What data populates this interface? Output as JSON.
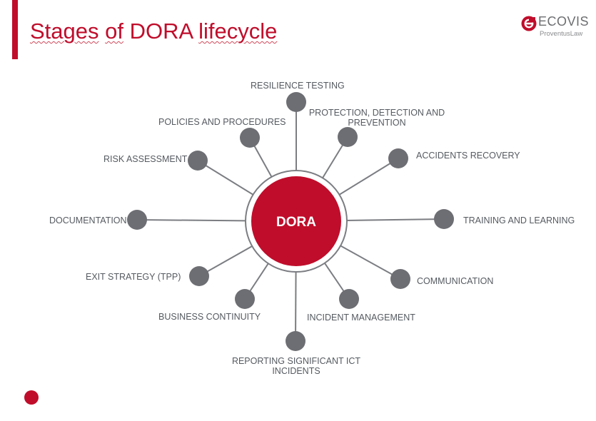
{
  "slide": {
    "title_part1": "Stages",
    "title_part2": "of",
    "title_part3": "DORA",
    "title_part4": "lifecycle"
  },
  "logo": {
    "name": "ECOVIS",
    "subtitle": "ProventusLaw",
    "brand_color": "#c00d2b"
  },
  "diagram": {
    "center_label": "DORA",
    "center_color": "#c00d2b",
    "node_color": "#6d6e73",
    "stages": {
      "resilience_testing": "RESILIENCE TESTING",
      "protection_detection_line1": "PROTECTION, DETECTION AND",
      "protection_detection_line2": "PREVENTION",
      "accidents_recovery": "ACCIDENTS RECOVERY",
      "training_learning": "TRAINING AND LEARNING",
      "communication": "COMMUNICATION",
      "incident_management": "INCIDENT MANAGEMENT",
      "reporting_line1": "REPORTING SIGNIFICANT ICT",
      "reporting_line2": "INCIDENTS",
      "business_continuity": "BUSINESS CONTINUITY",
      "exit_strategy": "EXIT STRATEGY (TPP)",
      "documentation": "DOCUMENTATION",
      "risk_assessment": "RISK ASSESSMENT",
      "policies_procedures": "POLICIES AND PROCEDURES"
    }
  }
}
